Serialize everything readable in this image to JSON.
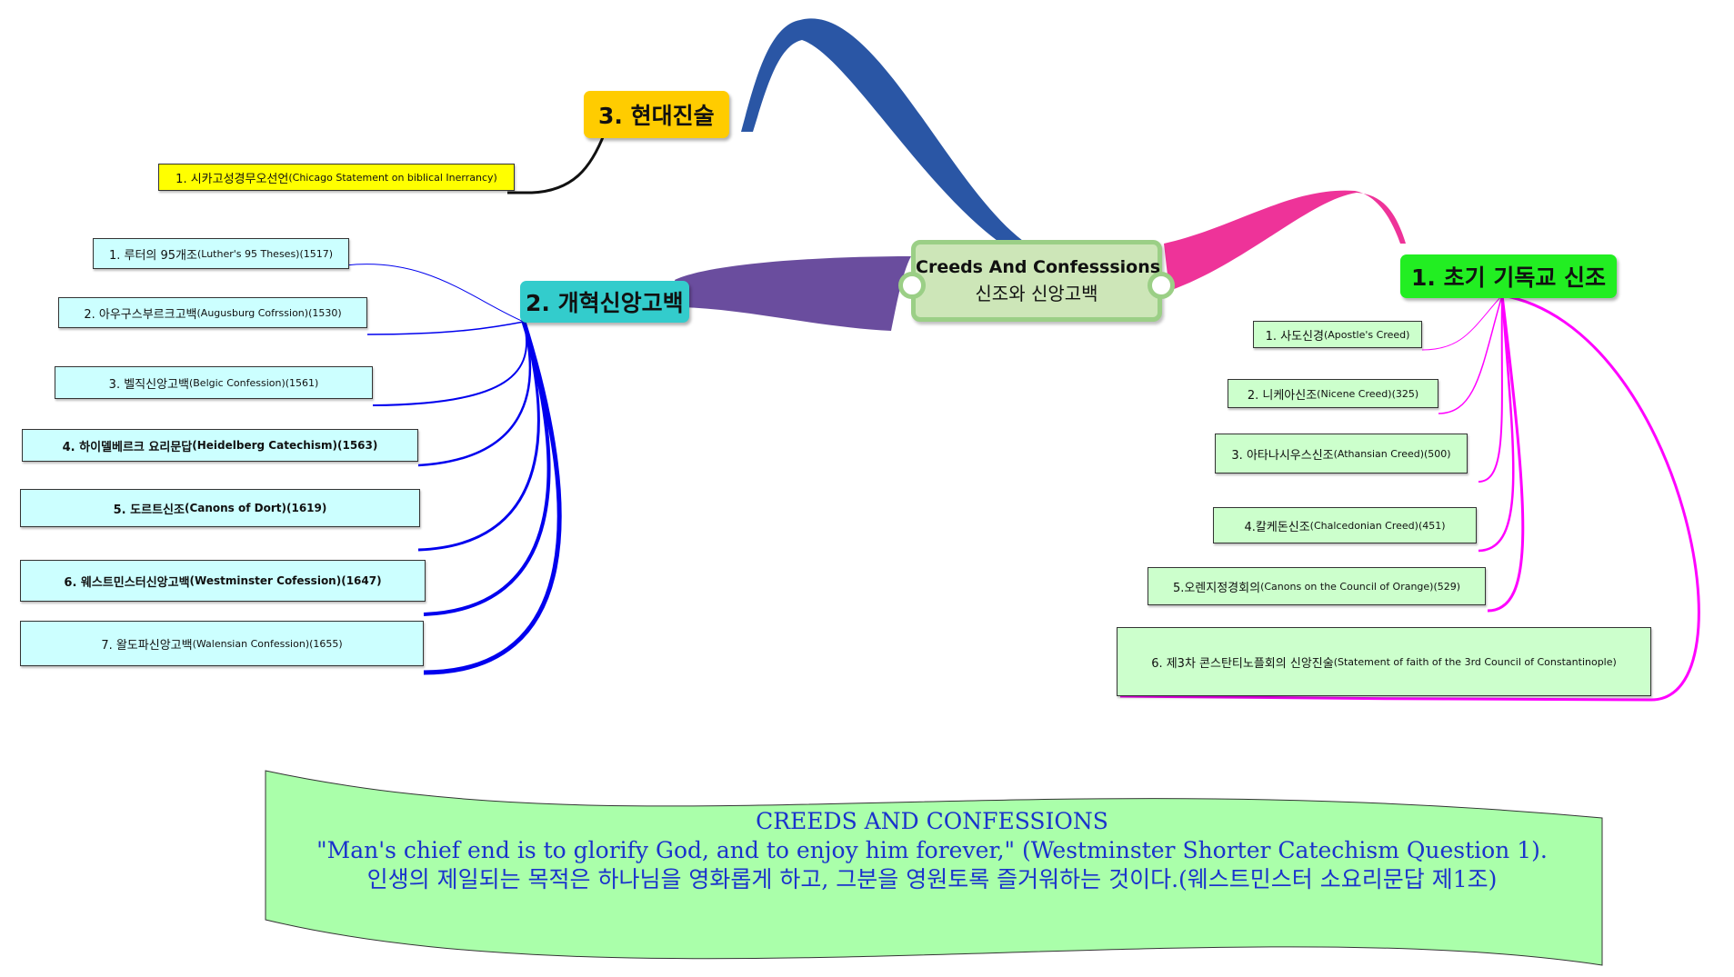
{
  "center": {
    "title": "Creeds And Confesssions",
    "subtitle": "신조와 신앙고백"
  },
  "branches": {
    "early": {
      "num": "1.",
      "label": "초기 기독교 신조",
      "items": [
        {
          "ko": "1. 사도신경",
          "en": "(Apostle's Creed)"
        },
        {
          "ko": "2. 니케아신조",
          "en": "(Nicene Creed)(325)"
        },
        {
          "ko": "3. 아타나시우스신조",
          "en": "(Athansian Creed)(500)"
        },
        {
          "ko": "4.칼케돈신조",
          "en": "(Chalcedonian Creed)(451)"
        },
        {
          "ko": "5.오렌지정경회의",
          "en": "(Canons on the Council of Orange)(529)"
        },
        {
          "ko": "6. 제3차 콘스탄티노플회의 신앙진술",
          "en": "(Statement of faith of the 3rd Council of Constantinople)"
        }
      ]
    },
    "reform": {
      "num": "2.",
      "label": "개혁신앙고백",
      "items": [
        {
          "ko": "1. 루터의 95개조",
          "en": "(Luther's 95 Theses)(1517)"
        },
        {
          "ko": "2. 아우구스부르크고백",
          "en": "(Augusburg Cofrssion)(1530)"
        },
        {
          "ko": "3. 벨직신앙고백",
          "en": "(Belgic Confession)(1561)"
        },
        {
          "ko": "4. 하이델베르크 요리문답",
          "en": "(Heidelberg Catechism)(1563)"
        },
        {
          "ko": "5. 도르트신조",
          "en": "(Canons of Dort)(1619)"
        },
        {
          "ko": "6. 웨스트민스터신앙고백",
          "en": "(Westminster Cofession)(1647)"
        },
        {
          "ko": "7. 왈도파신앙고백",
          "en": "(Walensian Confession)(1655)"
        }
      ]
    },
    "modern": {
      "num": "3.",
      "label": "현대진술",
      "items": [
        {
          "ko": "1. 시카고성경무오선언",
          "en": "(Chicago Statement on biblical Inerrancy)"
        }
      ]
    }
  },
  "banner": {
    "line1": "CREEDS AND CONFESSIONS",
    "line2": "\"Man's chief end is to glorify God, and to enjoy him forever,\" (Westminster Shorter Catechism Question 1).",
    "line3": "인생의 제일되는 목적은 하나님을 영화롭게 하고, 그분을 영원토록 즐거워하는 것이다.(웨스트민스터 소요리문답 제1조)"
  },
  "colors": {
    "early_branch": "#ee3399",
    "early_links": "#ff00ff",
    "reform_branch": "#6a4d9e",
    "reform_links": "#0000ee",
    "modern_branch": "#2a56a5",
    "modern_link": "#111111",
    "banner_fill": "#aaffaa",
    "center_fill": "#cde6b8"
  }
}
